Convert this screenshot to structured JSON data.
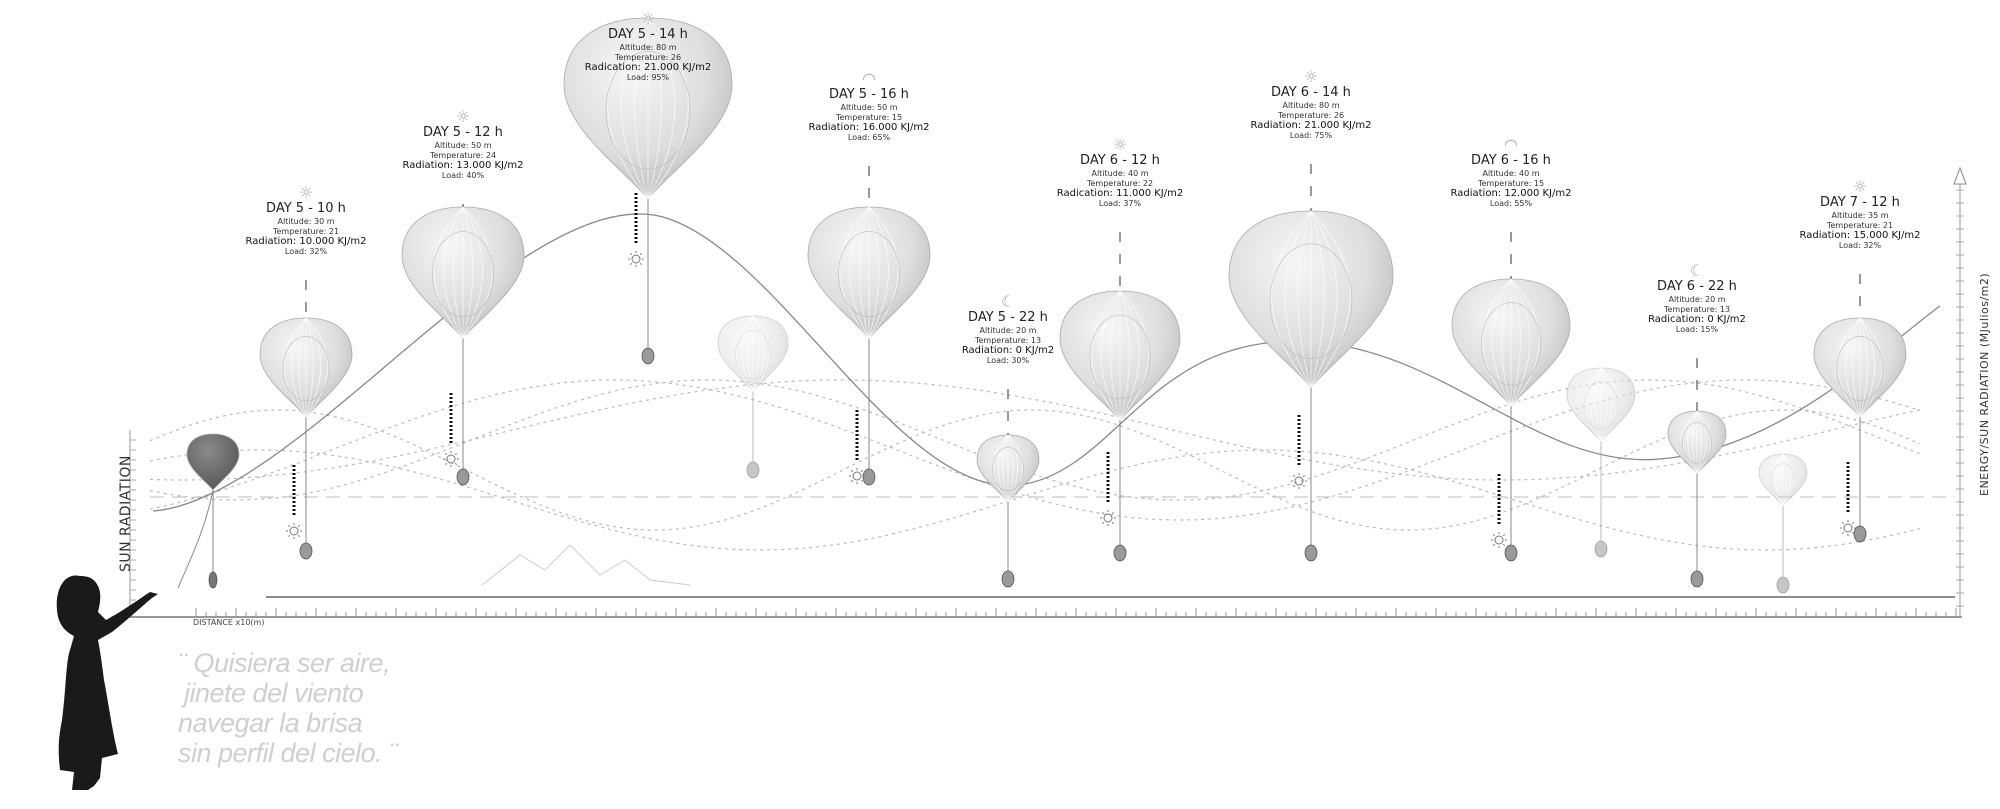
{
  "axes": {
    "left_label": "SUN RADIATION",
    "right_label": "ENERGY/SUN RADIATION (MJulios/m2)",
    "bottom_label": "DISTANCE  x10(m)"
  },
  "stations": [
    {
      "title": "DAY 5 - 10  h",
      "altitude": "Altitude: 30 m",
      "temperature": "Temperature: 21",
      "radiation": "Radiation: 10.000 KJ/m2",
      "load": "Load: 32%",
      "icon": "sun-icon"
    },
    {
      "title": "DAY 5 - 12 h",
      "altitude": "Altitude: 50 m",
      "temperature": "Temperature: 24",
      "radiation": "Radiation: 13.000 KJ/m2",
      "load": "Load: 40%",
      "icon": "sun-icon"
    },
    {
      "title": "DAY 5 - 14 h",
      "altitude": "Altitude: 80 m",
      "temperature": "Temperature: 26",
      "radiation": "Radication: 21.000 KJ/m2",
      "load": "Load: 95%",
      "icon": "sun-icon"
    },
    {
      "title": "DAY 5 - 16 h",
      "altitude": "Altitude: 50 m",
      "temperature": "Temperature: 15",
      "radiation": "Radiation: 16.000 KJ/m2",
      "load": "Load: 65%",
      "icon": "sunset-icon"
    },
    {
      "title": "DAY 5 - 22 h",
      "altitude": "Altitude: 20 m",
      "temperature": "Temperature: 13",
      "radiation": "Radiation: 0 KJ/m2",
      "load": "Load: 30%",
      "icon": "moon-icon"
    },
    {
      "title": "DAY 6 - 12 h",
      "altitude": "Altitude: 40 m",
      "temperature": "Temperature: 22",
      "radiation": "Radication: 11.000 KJ/m2",
      "load": "Load: 37%",
      "icon": "sun-icon"
    },
    {
      "title": "DAY 6 - 14 h",
      "altitude": "Altitude: 80 m",
      "temperature": "Temperature: 26",
      "radiation": "Radiation: 21.000 KJ/m2",
      "load": "Load: 75%",
      "icon": "sun-icon"
    },
    {
      "title": "DAY 6 - 16 h",
      "altitude": "Altitude: 40 m",
      "temperature": "Temperature: 15",
      "radiation": "Radiation: 12.000 KJ/m2",
      "load": "Load: 55%",
      "icon": "sunset-icon"
    },
    {
      "title": "DAY 6 - 22 h",
      "altitude": "Altitude: 20 m",
      "temperature": "Temperature: 13",
      "radiation": "Radication: 0 KJ/m2",
      "load": "Load: 15%",
      "icon": "moon-icon"
    },
    {
      "title": "DAY 7 - 12 h",
      "altitude": "Altitude: 35 m",
      "temperature": "Temperature: 21",
      "radiation": "Radiation: 15.000 KJ/m2",
      "load": "Load: 32%",
      "icon": "sun-icon"
    }
  ],
  "quote": {
    "lines": [
      "¨ Quisiera ser aire,",
      "jinete del viento",
      "navegar la brisa",
      "sin perfil del cielo. ¨"
    ]
  }
}
